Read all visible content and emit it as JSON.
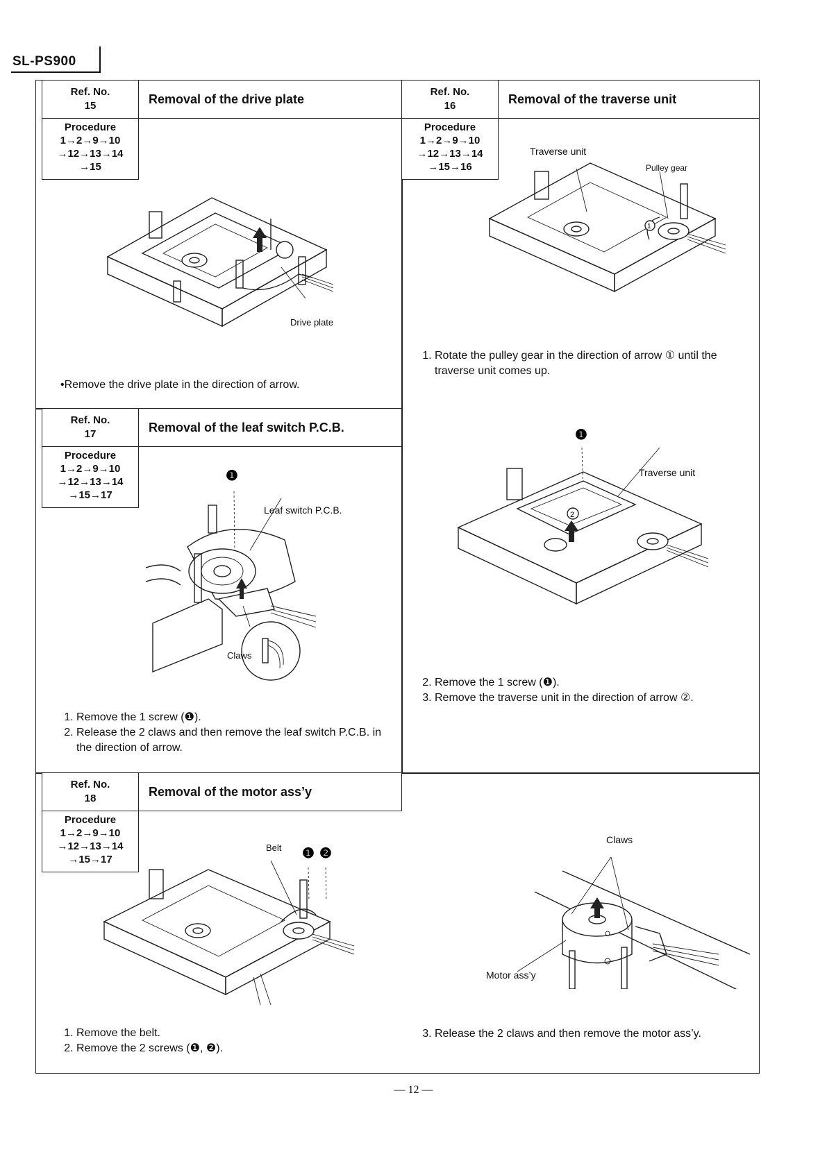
{
  "header": {
    "model": "SL-PS900"
  },
  "footer": {
    "page": "— 12 —"
  },
  "sections": [
    {
      "ref_label": "Ref. No.",
      "ref_no": "15",
      "title": "Removal of the drive plate",
      "procedure_label": "Procedure",
      "procedure": [
        "1→2→9→10",
        "→12→13→14",
        "→15"
      ],
      "figure_labels": [
        "Drive plate"
      ],
      "steps": [
        "•Remove the drive plate in the direction of arrow."
      ]
    },
    {
      "ref_label": "Ref. No.",
      "ref_no": "16",
      "title": "Removal of the traverse unit",
      "procedure_label": "Procedure",
      "procedure": [
        "1→2→9→10",
        "→12→13→14",
        "→15→16"
      ],
      "figure_labels": [
        "Traverse unit",
        "Pulley gear",
        "Traverse unit"
      ],
      "steps": [
        "Rotate the pulley gear in the direction of arrow ① until the traverse unit comes up.",
        "Remove the 1 screw (❶).",
        "Remove the traverse unit in the direction of arrow ②."
      ]
    },
    {
      "ref_label": "Ref. No.",
      "ref_no": "17",
      "title": "Removal of the leaf switch P.C.B.",
      "procedure_label": "Procedure",
      "procedure": [
        "1→2→9→10",
        "→12→13→14",
        "→15→17"
      ],
      "figure_labels": [
        "Leaf switch P.C.B.",
        "Claws"
      ],
      "steps": [
        "Remove the 1 screw (❶).",
        "Release the 2 claws and then remove the leaf switch P.C.B. in the direction of arrow."
      ]
    },
    {
      "ref_label": "Ref. No.",
      "ref_no": "18",
      "title": "Removal of the motor ass’y",
      "procedure_label": "Procedure",
      "procedure": [
        "1→2→9→10",
        "→12→13→14",
        "→15→17"
      ],
      "figure_labels": [
        "Belt",
        "Claws",
        "Motor ass’y"
      ],
      "steps": [
        "Remove the belt.",
        "Remove the 2 screws (❶, ❷).",
        "Release the 2 claws and then remove the motor ass’y."
      ]
    }
  ]
}
